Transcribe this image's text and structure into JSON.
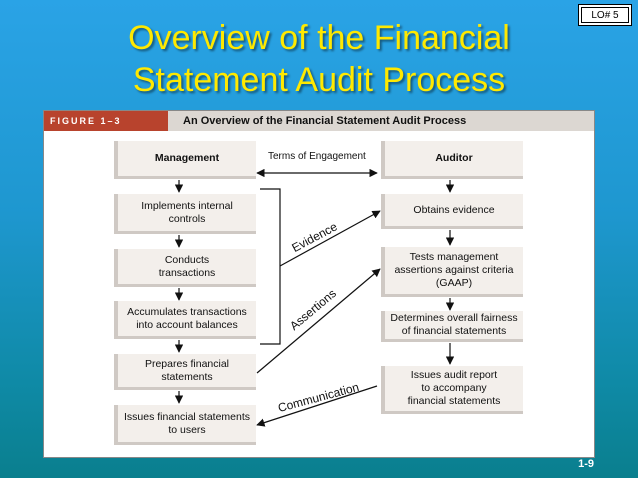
{
  "badge": "LO# 5",
  "title_line1": "Overview of the Financial",
  "title_line2": "Statement Audit Process",
  "figure": {
    "tag": "FIGURE 1–3",
    "caption": "An Overview of the Financial Statement Audit Process"
  },
  "left_boxes": [
    "Management",
    "Implements internal\ncontrols",
    "Conducts\ntransactions",
    "Accumulates transactions\ninto account balances",
    "Prepares financial\nstatements",
    "Issues financial statements\nto users"
  ],
  "right_boxes": [
    "Auditor",
    "Obtains evidence",
    "Tests management\nassertions against criteria\n(GAAP)",
    "Determines overall fairness\nof financial statements",
    "Issues audit report\nto accompany\nfinancial statements"
  ],
  "connectors": {
    "terms": "Terms of Engagement",
    "evidence": "Evidence",
    "assertions": "Assertions",
    "communication": "Communication"
  },
  "slide_number": "1-9"
}
